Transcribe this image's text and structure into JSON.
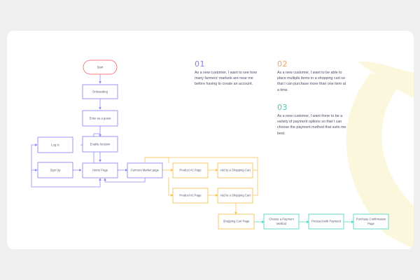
{
  "colors": {
    "purple": "#8f8cf2",
    "orange": "#f4c35a",
    "teal": "#55d4c0",
    "start_red": "#f07a76",
    "num1": "#7a7df0",
    "num2": "#f2a35a",
    "num3": "#4fc9b6",
    "deco": "#fbf7dc"
  },
  "flowchart": {
    "start": "Start",
    "onboarding": "Onboarding",
    "enter_guest": "Enter as a guest",
    "enable_location": "Enable location",
    "log_in": "Log In",
    "sign_up": "Sign Up",
    "home_page": "Home Page",
    "farmers_market_page": "Farmers Market page",
    "product1_page": "Product #1 Page",
    "product2_page": "Product #2 Page",
    "add_to_cart_1": "Add to a Shopping Cart",
    "add_to_cart_2": "Add to a Shopping Cart",
    "shopping_cart_page": "Shopping Cart Page",
    "choose_payment_line1": "Choose a Payment",
    "choose_payment_line2": "Method",
    "proceed_payment": "Proceed with Payment",
    "purchase_confirm_line1": "Purchase Confirmation",
    "purchase_confirm_line2": "Page"
  },
  "stories": [
    {
      "number": "01",
      "text": "As a new customer, I want to see how many farmers' markets are near me before having to create an account."
    },
    {
      "number": "02",
      "text": "As a new customer, I want to be able to place multiple items in a shopping cart so that I can purchase more than one item at a time."
    },
    {
      "number": "03",
      "text": "As a new customer, I want there to be a variety of payment options so that I can choose the payment method that suits me best."
    }
  ]
}
